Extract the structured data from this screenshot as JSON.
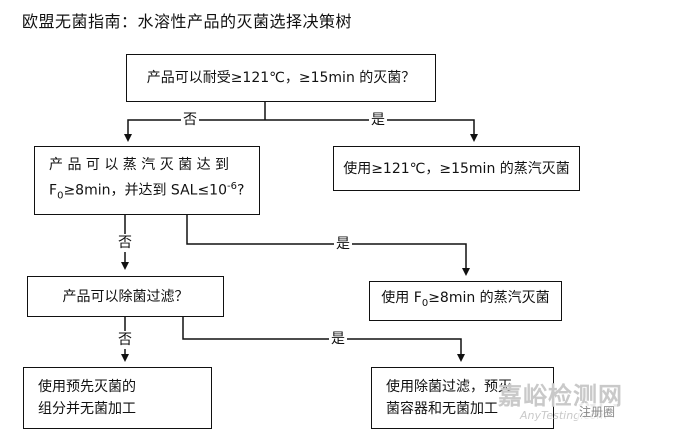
{
  "title": "欧盟无菌指南：水溶性产品的灭菌选择决策树",
  "nodes": {
    "q1": "产品可以耐受≥121℃，≥15min 的灭菌？",
    "q2_line1": "产 品 可 以 蒸 汽 灭 菌 达 到",
    "q2_line2_pre": "F",
    "q2_line2_sub": "0",
    "q2_line2_mid": "≥8min，并达到 SAL≤10",
    "q2_line2_sup": "-6",
    "q2_line2_post": "?",
    "r1": "使用≥121℃，≥15min 的蒸汽灭菌",
    "q3": "产品可以除菌过滤？",
    "r2_pre": "使用 F",
    "r2_sub": "0",
    "r2_post": "≥8min 的蒸汽灭菌",
    "r3_line1": "使用预先灭菌的",
    "r3_line2": "组分并无菌加工",
    "r4_line1": "使用除菌过滤，预灭",
    "r4_line2": "菌容器和无菌加工"
  },
  "edges": {
    "q1_no": "否",
    "q1_yes": "是",
    "q2_no": "否",
    "q2_yes": "是",
    "q3_no": "否",
    "q3_yes": "是"
  },
  "watermark": {
    "cn": "嘉峪检测网",
    "en": "AnyTesting.com",
    "badge": "注册圈"
  }
}
